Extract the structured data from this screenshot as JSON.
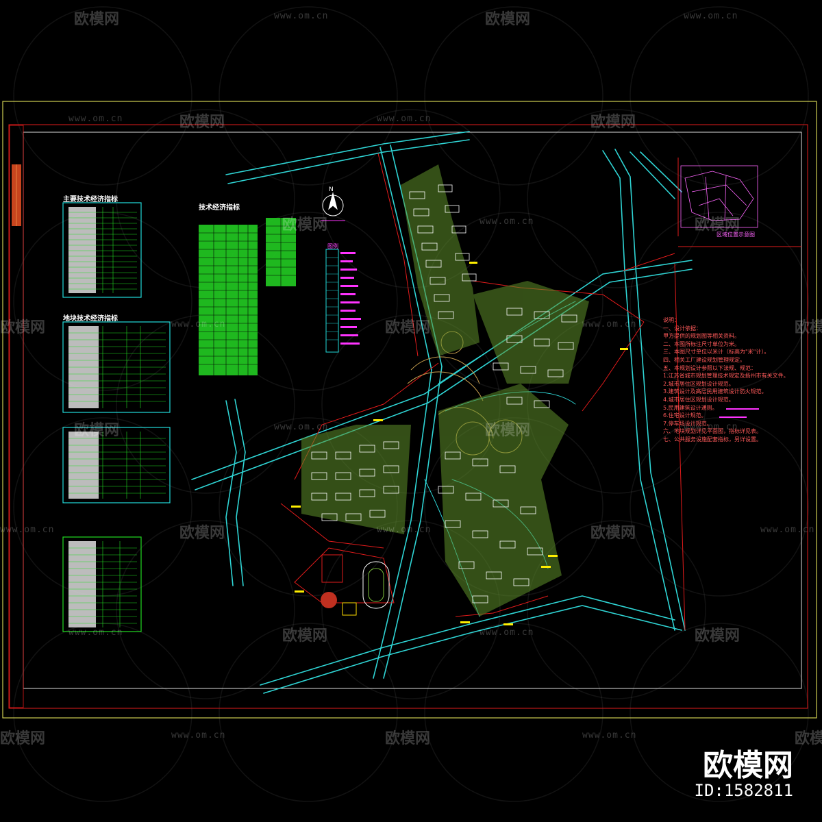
{
  "drawing": {
    "table_titles": [
      "主要技术经济指标",
      "技术经济指标",
      "地块技术经济指标"
    ],
    "north_label": "N",
    "legend_title": "图例",
    "location_caption": "区域位置示意图",
    "notes_title": "说明：",
    "notes": [
      "一、设计依据：",
      "    甲方提供的规划图等相关资料。",
      "二、本图所标注尺寸单位为米。",
      "三、本图尺寸单位以米计（标高为\"米\"计）。",
      "四、相关工厂建设规划管理规定。",
      "五、本规划设计参照以下法规、规范：",
      "  1.江苏省城市规划管理技术规定及扬州市有关文件。",
      "  2.城市居住区规划设计规范。",
      "  3.建筑设计及高层民用建筑设计防火规范。",
      "  4.城市居住区规划设计规范。",
      "  5.民用建筑设计通则。",
      "  6.住宅设计规范。",
      "  7.停车场设计规范。",
      "六、地块规划详见平面图，指标详见表。",
      "七、公共服务设施配套指标，另详设置。"
    ]
  },
  "watermark": {
    "text": "欧模网",
    "url": "www.om.cn"
  },
  "brand": {
    "name": "欧模网",
    "id": "ID:1582811"
  },
  "colors": {
    "background": "#000000",
    "road": "#2fd5d5",
    "red_line": "#e21b1b",
    "yellow_frame": "#cfcf52",
    "green_table": "#22dd22",
    "cyan_table": "#22dddd",
    "magenta": "#ff33ff",
    "vegetation": "#7bbf3a"
  }
}
